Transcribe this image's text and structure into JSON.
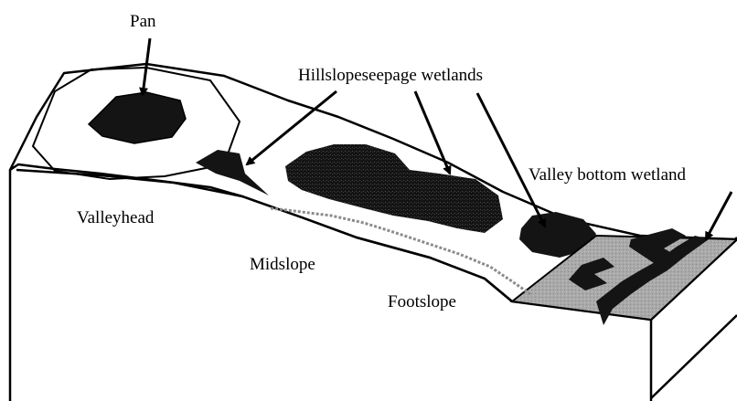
{
  "labels": {
    "pan": "Pan",
    "hillslope": "Hillslopeseepage wetlands",
    "valley_bottom": "Valley bottom wetland",
    "valleyhead": "Valleyhead",
    "midslope": "Midslope",
    "footslope": "Footslope"
  },
  "colors": {
    "outline": "#000000",
    "wetland_fill": "#141414",
    "valley_bottom_fill": "#a9a9a9",
    "stream": "#8c8c8c",
    "background": "#ffffff"
  }
}
